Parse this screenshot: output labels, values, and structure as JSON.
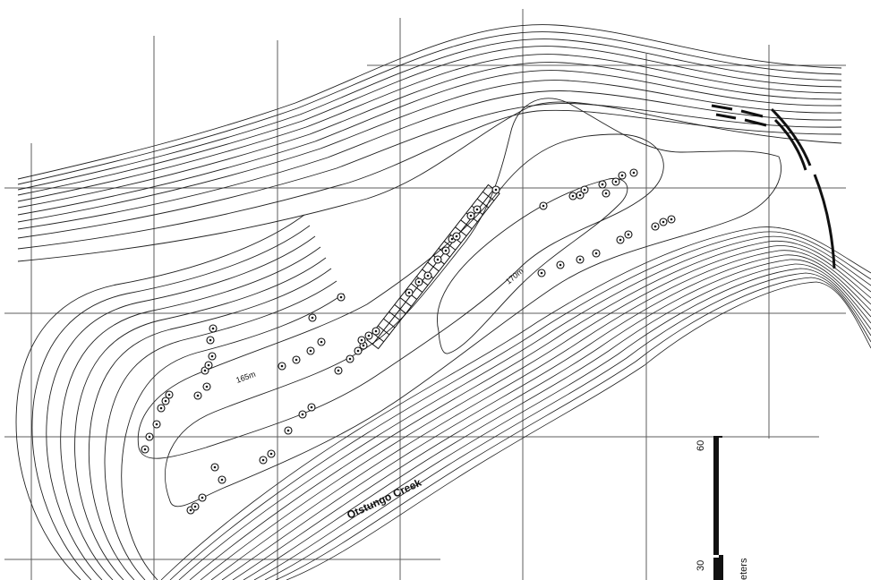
{
  "map": {
    "creek_name": "Otstungo Creek",
    "contour_labels": [
      "165m",
      "170m"
    ],
    "scale": {
      "label_top": "60",
      "label_mid": "30",
      "units_partial": "eters"
    }
  },
  "colors": {
    "ink": "#111111",
    "grid": "#5c5c5c",
    "background": "#ffffff"
  },
  "features": {
    "test_pits": "circle-dot markers",
    "excavation_trench": "gridded trench",
    "palisade": "dashed double line"
  }
}
